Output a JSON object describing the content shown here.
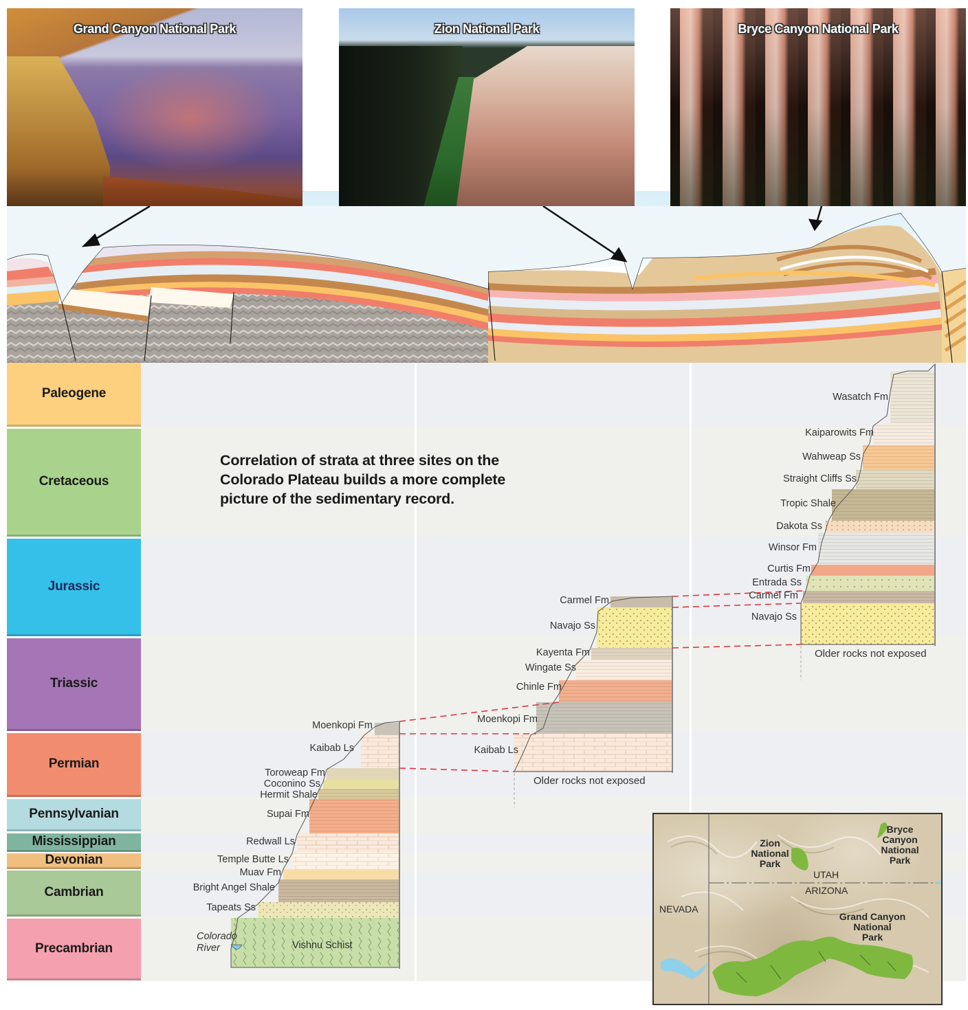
{
  "photos": [
    {
      "id": "grand",
      "title": "Grand Canyon National Park"
    },
    {
      "id": "zion",
      "title": "Zion National Park"
    },
    {
      "id": "bryce",
      "title": "Bryce Canyon National Park"
    }
  ],
  "caption": "Correlation of strata at three sites on the Colorado Plateau builds a more complete picture of the sedimentary record.",
  "periods": [
    {
      "name": "Paleogene",
      "color": "#fdd080"
    },
    {
      "name": "Cretaceous",
      "color": "#a9d38c"
    },
    {
      "name": "Jurassic",
      "color": "#35c0ea"
    },
    {
      "name": "Triassic",
      "color": "#a575b5"
    },
    {
      "name": "Permian",
      "color": "#f28c6e"
    },
    {
      "name": "Pennsylvanian",
      "color": "#b3dbe0"
    },
    {
      "name": "Mississippian",
      "color": "#7fb5a0"
    },
    {
      "name": "Devonian",
      "color": "#f0bf80"
    },
    {
      "name": "Cambrian",
      "color": "#a9c999"
    },
    {
      "name": "Precambrian",
      "color": "#f4a0ae"
    }
  ],
  "grand_canyon_column": {
    "formations": [
      "Moenkopi Fm",
      "Kaibab Ls",
      "Toroweap Fm",
      "Coconino Ss",
      "Hermit Shale",
      "Supai Fm",
      "Redwall Ls",
      "Temple Butte Ls",
      "Muav Fm",
      "Bright Angel Shale",
      "Tapeats Ss",
      "Vishnu Schist"
    ],
    "river_label": "Colorado River",
    "river_line1": "Colorado",
    "river_line2": "River"
  },
  "zion_column": {
    "formations": [
      "Carmel Fm",
      "Navajo Ss",
      "Kayenta Fm",
      "Wingate Ss",
      "Chinle Fm",
      "Moenkopi Fm",
      "Kaibab Ls"
    ],
    "note": "Older rocks not exposed"
  },
  "bryce_column": {
    "formations": [
      "Wasatch Fm",
      "Kaiparowits Fm",
      "Wahweap Ss",
      "Straight Cliffs Ss",
      "Tropic Shale",
      "Dakota Ss",
      "Winsor Fm",
      "Curtis Fm",
      "Entrada Ss",
      "Carmel Fm",
      "Navajo Ss"
    ],
    "note": "Older rocks not exposed"
  },
  "map": {
    "states": [
      "NEVADA",
      "UTAH",
      "ARIZONA"
    ],
    "parks": [
      {
        "line1": "Zion",
        "line2": "National",
        "line3": "Park"
      },
      {
        "line1": "Bryce",
        "line2": "Canyon",
        "line3": "National",
        "line4": "Park"
      },
      {
        "line1": "Grand Canyon",
        "line2": "National",
        "line3": "Park"
      }
    ]
  },
  "colors": {
    "correlation_line": "#d9383f",
    "park_green": "#7fb83f",
    "water": "#8fd0ea"
  }
}
